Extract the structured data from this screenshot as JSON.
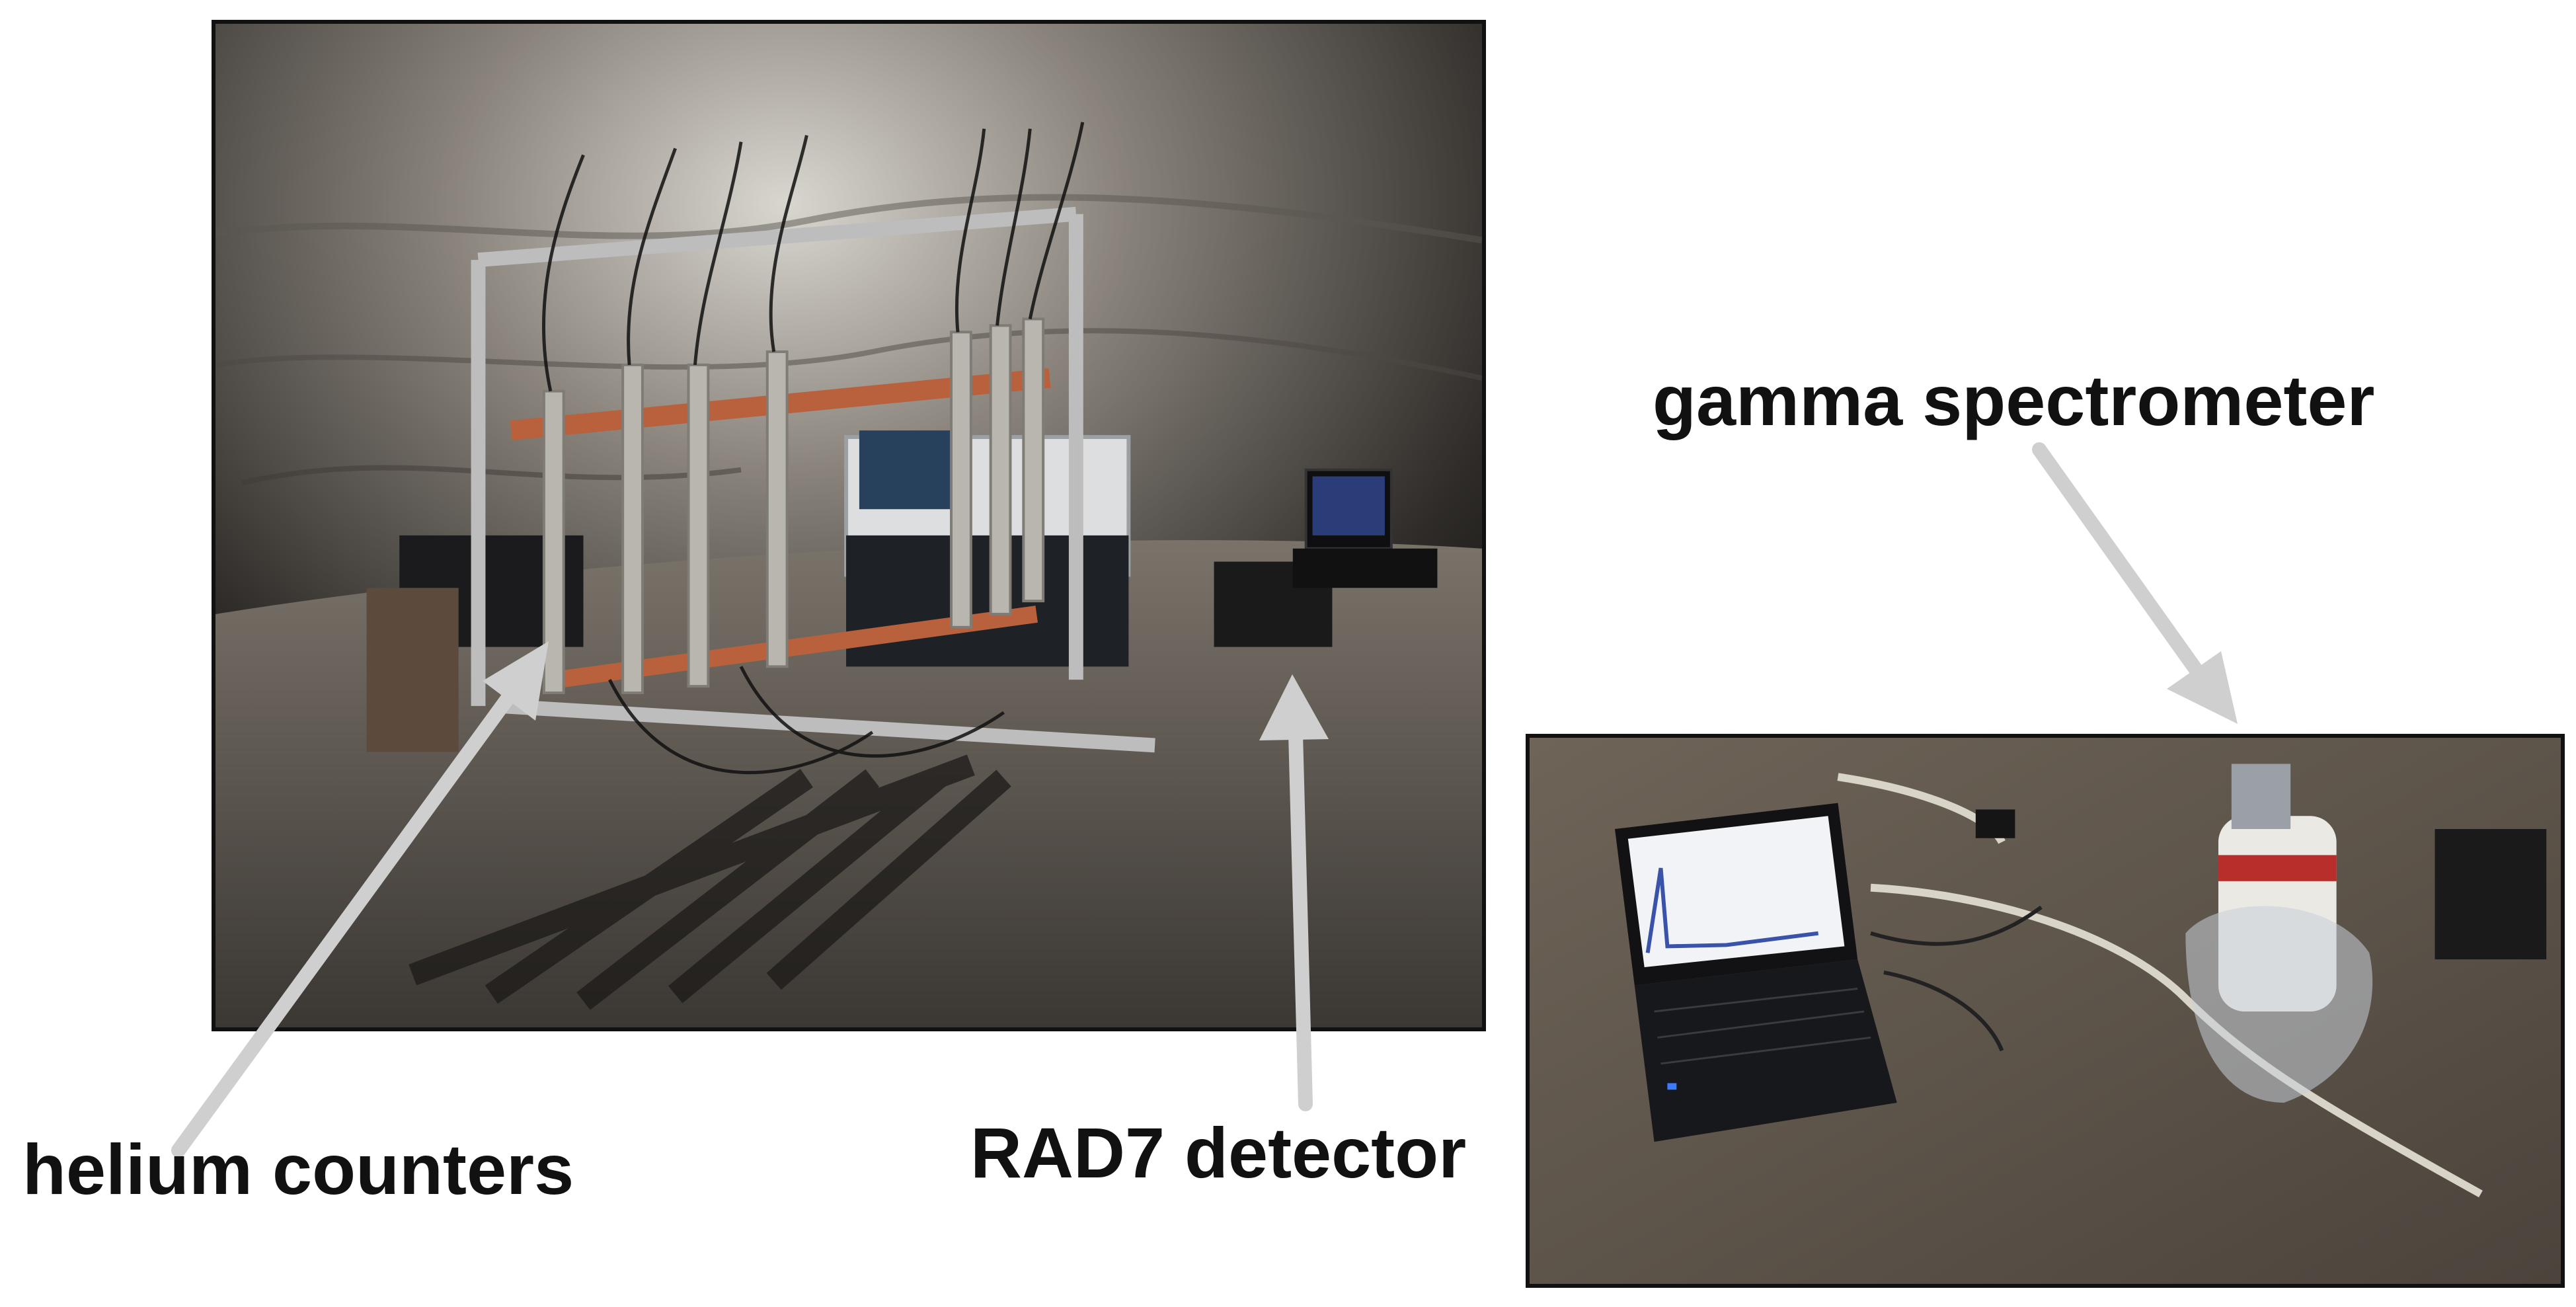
{
  "labels": {
    "helium_counters": "helium counters",
    "rad7_detector": "RAD7 detector",
    "gamma_spectrometer": "gamma spectrometer"
  },
  "colors": {
    "arrow": "#cfcfcf",
    "frame_border": "#111111",
    "background": "#ffffff",
    "rock_wall": "#6b6660",
    "cave_floor": "#4a4540"
  }
}
